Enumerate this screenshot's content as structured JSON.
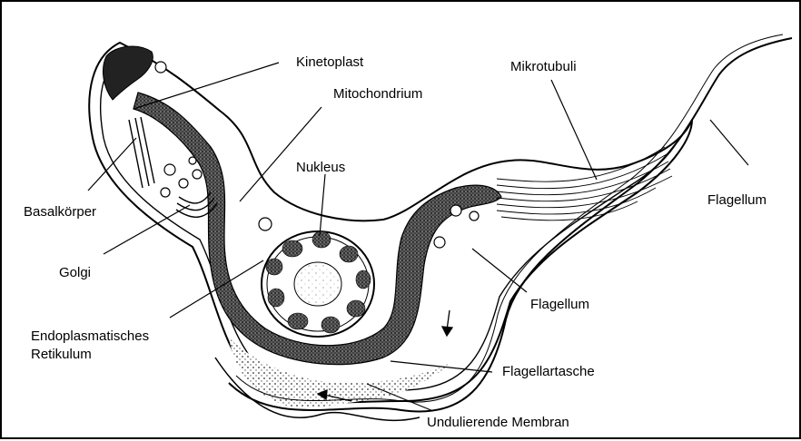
{
  "labels": {
    "kinetoplast": "Kinetoplast",
    "mitochondrium": "Mitochondrium",
    "mikrotubuli": "Mikrotubuli",
    "nukleus": "Nukleus",
    "flagellum_tip": "Flagellum",
    "basalkoerper": "Basalkörper",
    "golgi": "Golgi",
    "flagellum_mid": "Flagellum",
    "endoplasmatisches_line1": "Endoplasmatisches",
    "endoplasmatisches_line2": "Retikulum",
    "flagellartasche": "Flagellartasche",
    "undulierende_membran": "Undulierende Membran"
  }
}
